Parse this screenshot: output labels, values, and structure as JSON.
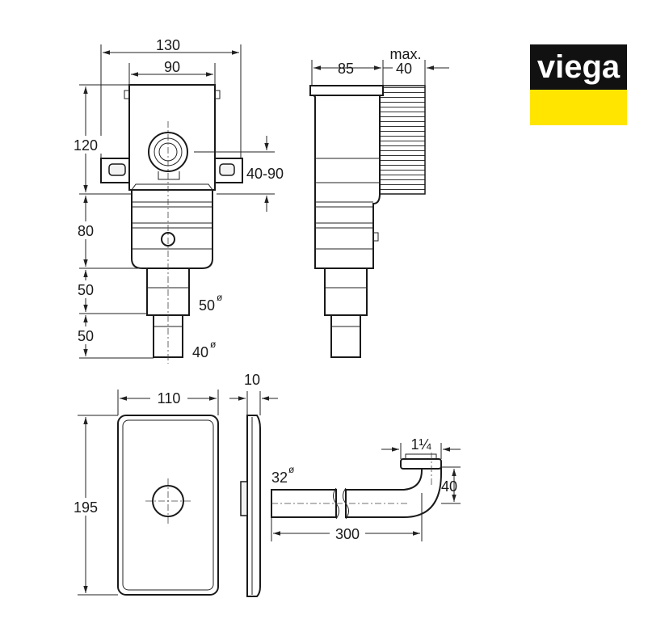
{
  "brand": {
    "name": "viega",
    "colors": {
      "black": "#111111",
      "yellow": "#FFE500",
      "text": "#FFFFFF"
    }
  },
  "dimensions": {
    "front_width_outer": "130",
    "front_width_inner": "90",
    "front_height_top": "120",
    "front_height_mid": "80",
    "front_height_pipe1": "50",
    "front_height_pipe2": "50",
    "front_range": "40-90",
    "pipe1_diameter": "50",
    "pipe2_diameter": "40",
    "diameter_symbol": "ø",
    "side_depth": "85",
    "side_max_label": "max.",
    "side_max_value": "40",
    "cover_width": "110",
    "cover_height": "195",
    "cover_thickness": "10",
    "bend_diameter": "32",
    "bend_thread": "1¼",
    "bend_height": "40",
    "bend_length": "300"
  }
}
